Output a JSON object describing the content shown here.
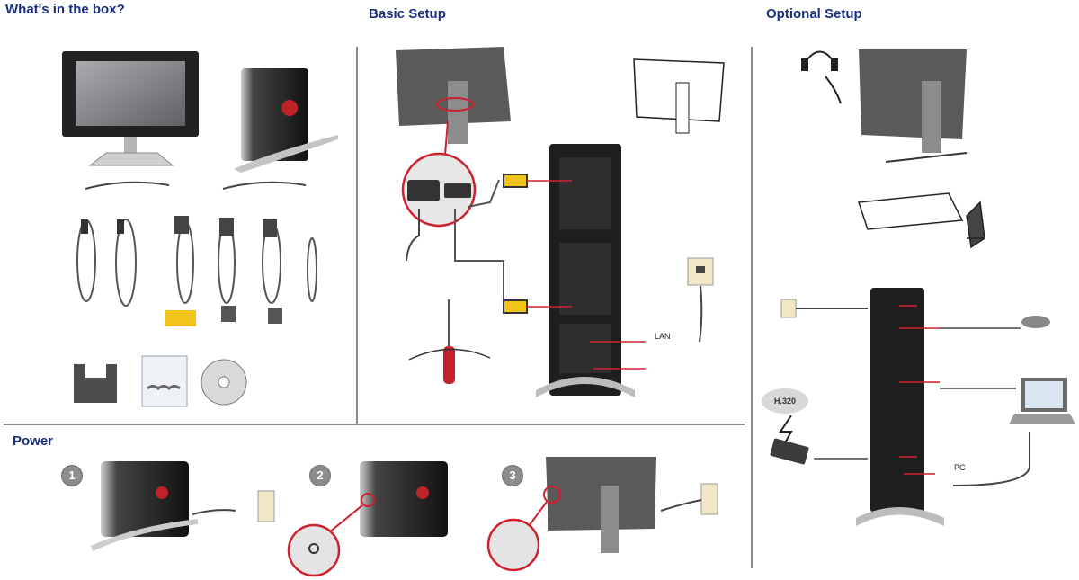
{
  "sections": {
    "whats_in_box": "What's in the box?",
    "basic_setup": "Basic Setup",
    "optional_setup": "Optional Setup",
    "power": "Power"
  },
  "power_steps": [
    "1",
    "2",
    "3"
  ],
  "labels": {
    "lan": "LAN",
    "pc": "PC",
    "h320": "H.320"
  },
  "colors": {
    "heading": "#1a2f7f",
    "callout": "#d0202e",
    "cable_yellow": "#f0c419",
    "outlet": "#f2e6c4"
  },
  "icons": [
    "headset-icon",
    "display-icon",
    "codec-icon",
    "screwdriver-icon",
    "laptop-icon",
    "mic-pod-icon",
    "cloud-icon",
    "outlet-icon",
    "lan-jack-icon",
    "cd-icon"
  ]
}
